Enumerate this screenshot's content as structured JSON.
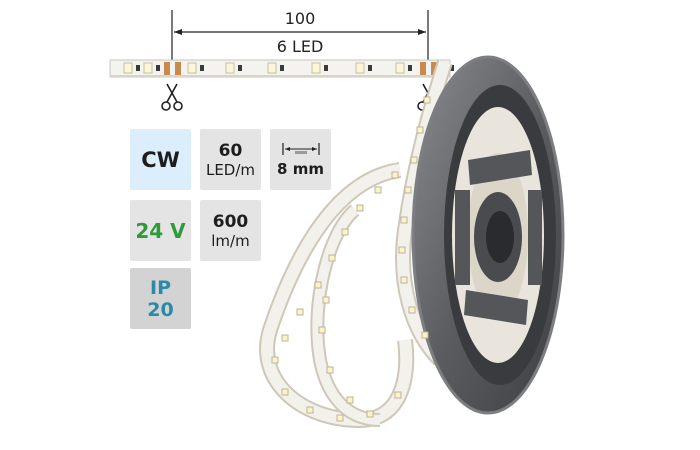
{
  "dimension": {
    "length": "100",
    "led_count": "6 LED"
  },
  "specs": {
    "color": "CW",
    "leds_value": "60",
    "leds_unit": "LED/m",
    "width": "8 mm",
    "voltage": "24 V",
    "lumen_value": "600",
    "lumen_unit": "lm/m",
    "ip_line1": "IP",
    "ip_line2": "20"
  },
  "colors": {
    "cw_badge": "#dcedfb",
    "badge_grey": "#e4e4e4",
    "ip_badge": "#d3d3d3",
    "voltage_text": "#2f9a3a",
    "ip_text": "#2c8aa6",
    "reel": "#6b6c70",
    "strip": "#f3f1ec"
  },
  "icons": [
    "scissors-icon",
    "width-arrow-icon"
  ]
}
